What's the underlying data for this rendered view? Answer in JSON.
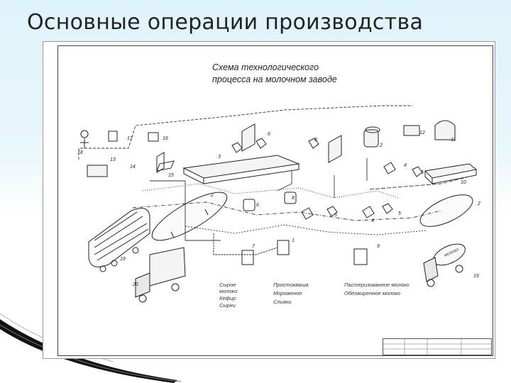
{
  "slide": {
    "title": "Основные операции производства"
  },
  "diagram": {
    "title_line1": "Схема технологического",
    "title_line2": "процесса на молочном заводе",
    "legend": [
      "Сырое",
      "молоко",
      "Кефир",
      "Сырки",
      "Простокваша",
      "Мороженое",
      "Сливки",
      "Пастеризованное молоко",
      "Обезжиренное молоко"
    ],
    "truck_label": "МОЛОКО",
    "numbers": [
      "1",
      "2",
      "3",
      "4",
      "5",
      "6",
      "7",
      "8",
      "9",
      "10",
      "11",
      "12",
      "13",
      "14",
      "15",
      "16",
      "17",
      "18",
      "19",
      "20"
    ]
  },
  "colors": {
    "slide_bg_top": "#dff3fa",
    "ink": "#222222"
  }
}
